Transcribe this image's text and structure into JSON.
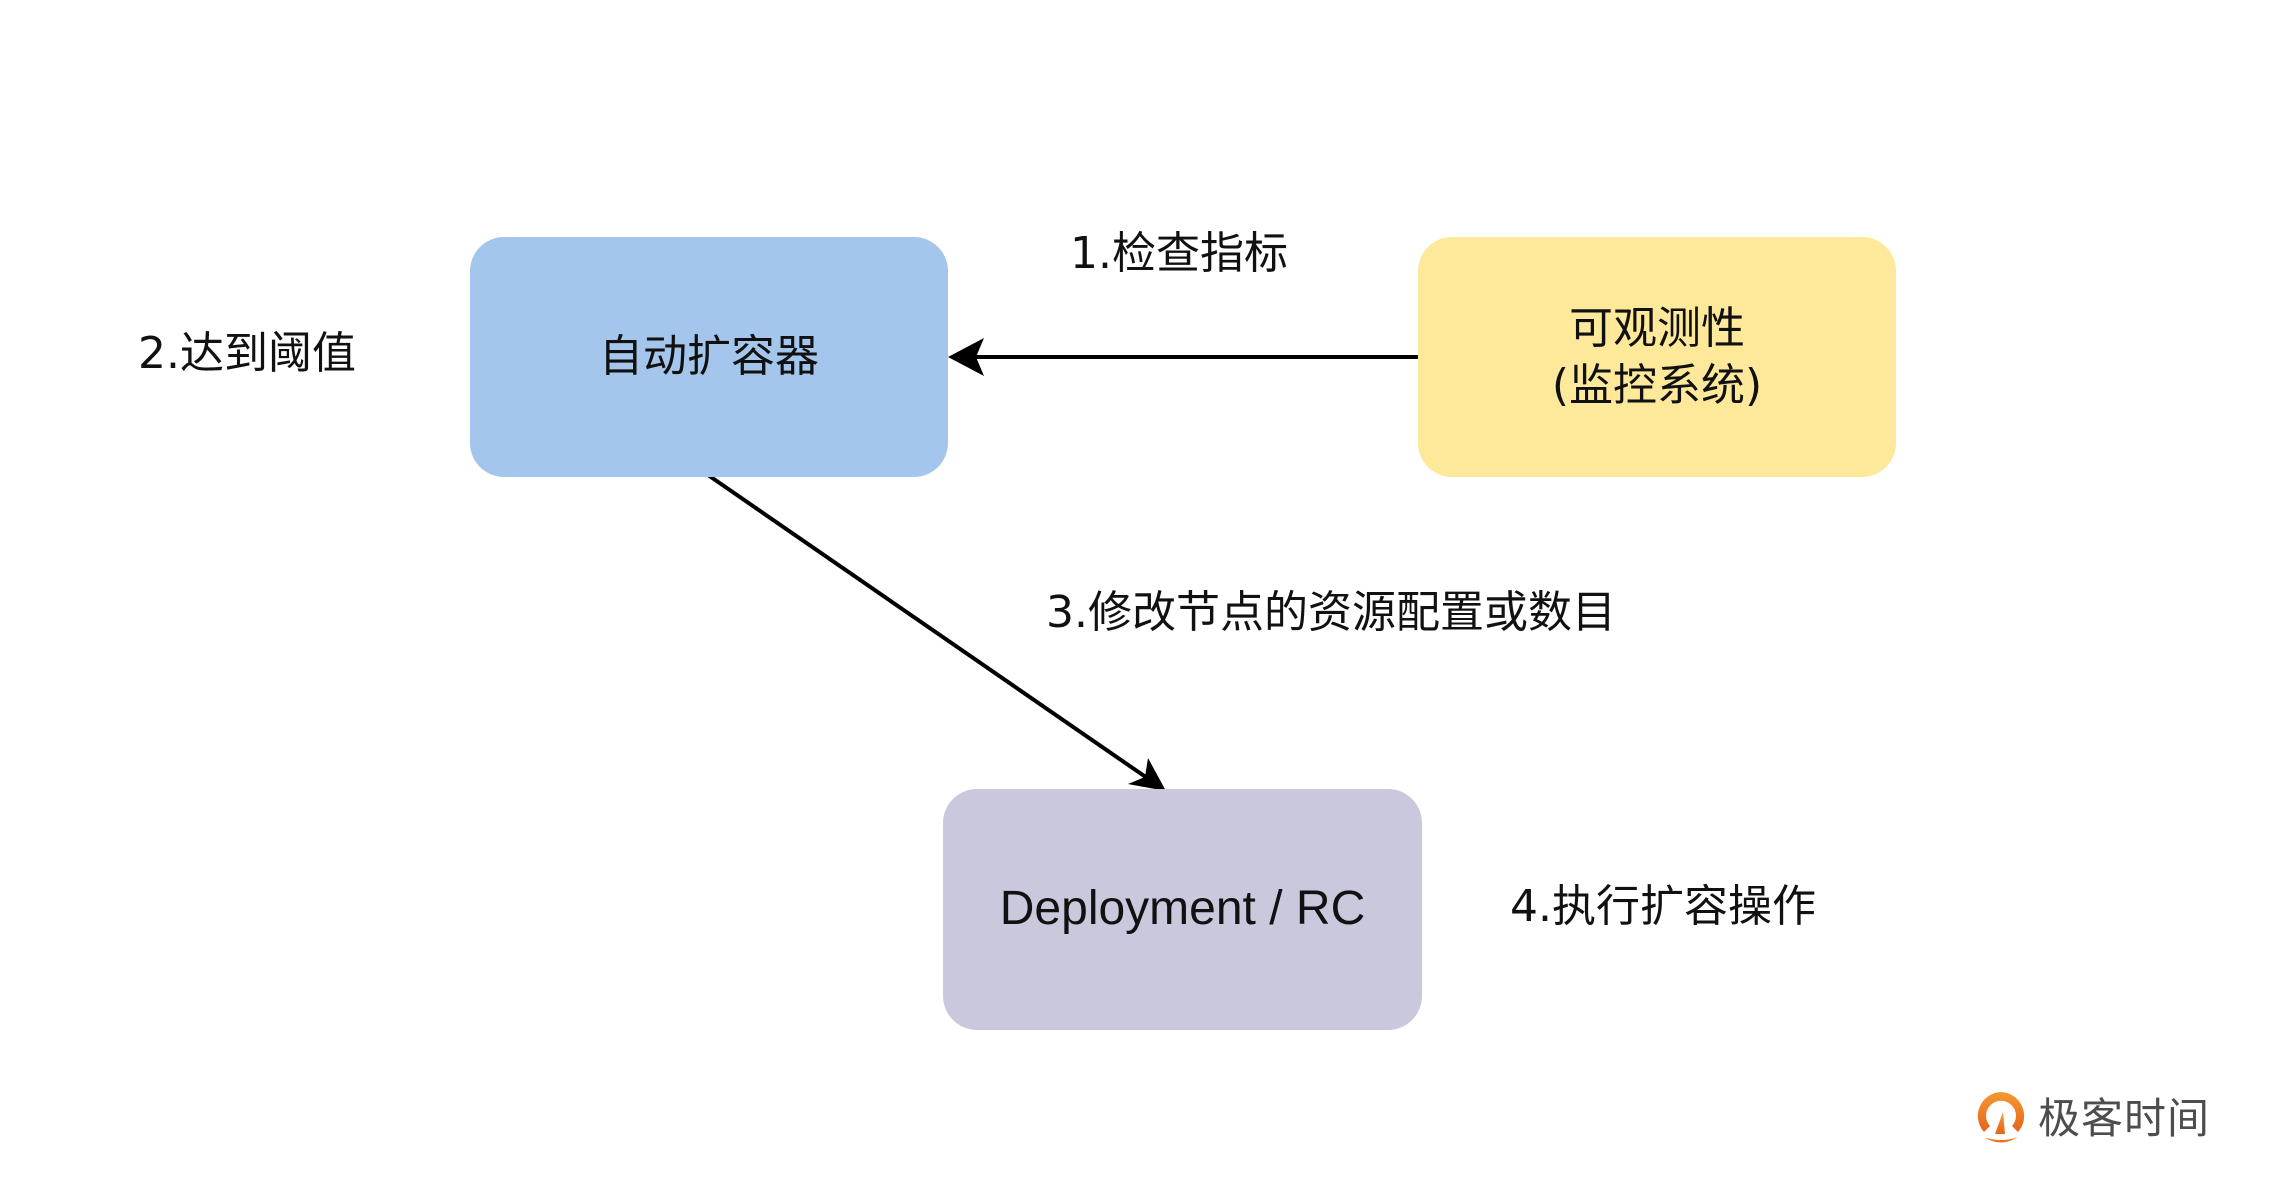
{
  "diagram": {
    "type": "flow",
    "nodes": [
      {
        "id": "autoscaler",
        "lines": [
          "自动扩容器"
        ],
        "fill": "#A5C6EC"
      },
      {
        "id": "observability",
        "lines": [
          "可观测性",
          "(监控系统)"
        ],
        "fill": "#FEE89A"
      },
      {
        "id": "deployment",
        "lines": [
          "Deployment / RC"
        ],
        "fill": "#C9C8DC"
      }
    ],
    "edges": [
      {
        "from": "observability",
        "to": "autoscaler",
        "label": "1.检查指标"
      },
      {
        "from": "autoscaler",
        "to": "deployment",
        "label": "3.修改节点的资源配置或数目"
      }
    ],
    "annotations": {
      "step2": "2.达到阈值",
      "step4": "4.执行扩容操作"
    },
    "edge_color": "#000000"
  },
  "watermark": {
    "icon": "geektime-logo-icon",
    "text": "极客时间",
    "icon_color_top": "#F39A32",
    "icon_color_bottom": "#E8621C",
    "text_color": "#4D4D4D"
  }
}
